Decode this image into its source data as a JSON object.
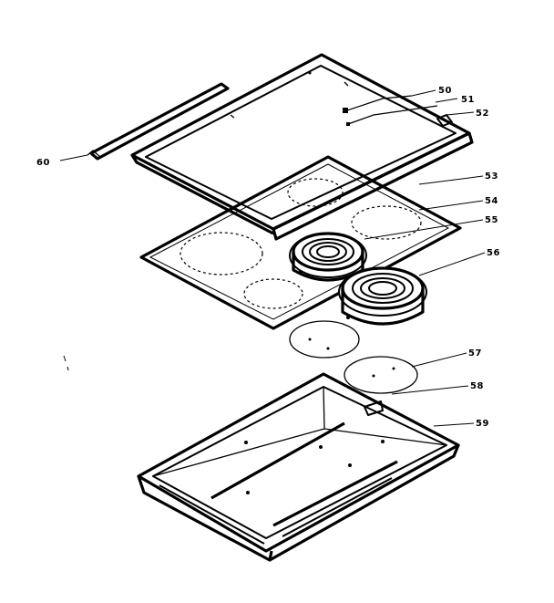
{
  "labels": {
    "p50": "50",
    "p51": "51",
    "p52": "52",
    "p53": "53",
    "p54": "54",
    "p55": "55",
    "p56": "56",
    "p57": "57",
    "p58": "58",
    "p59": "59",
    "p60": "60"
  },
  "colors": {
    "ink": "#000000",
    "paper": "#ffffff"
  }
}
